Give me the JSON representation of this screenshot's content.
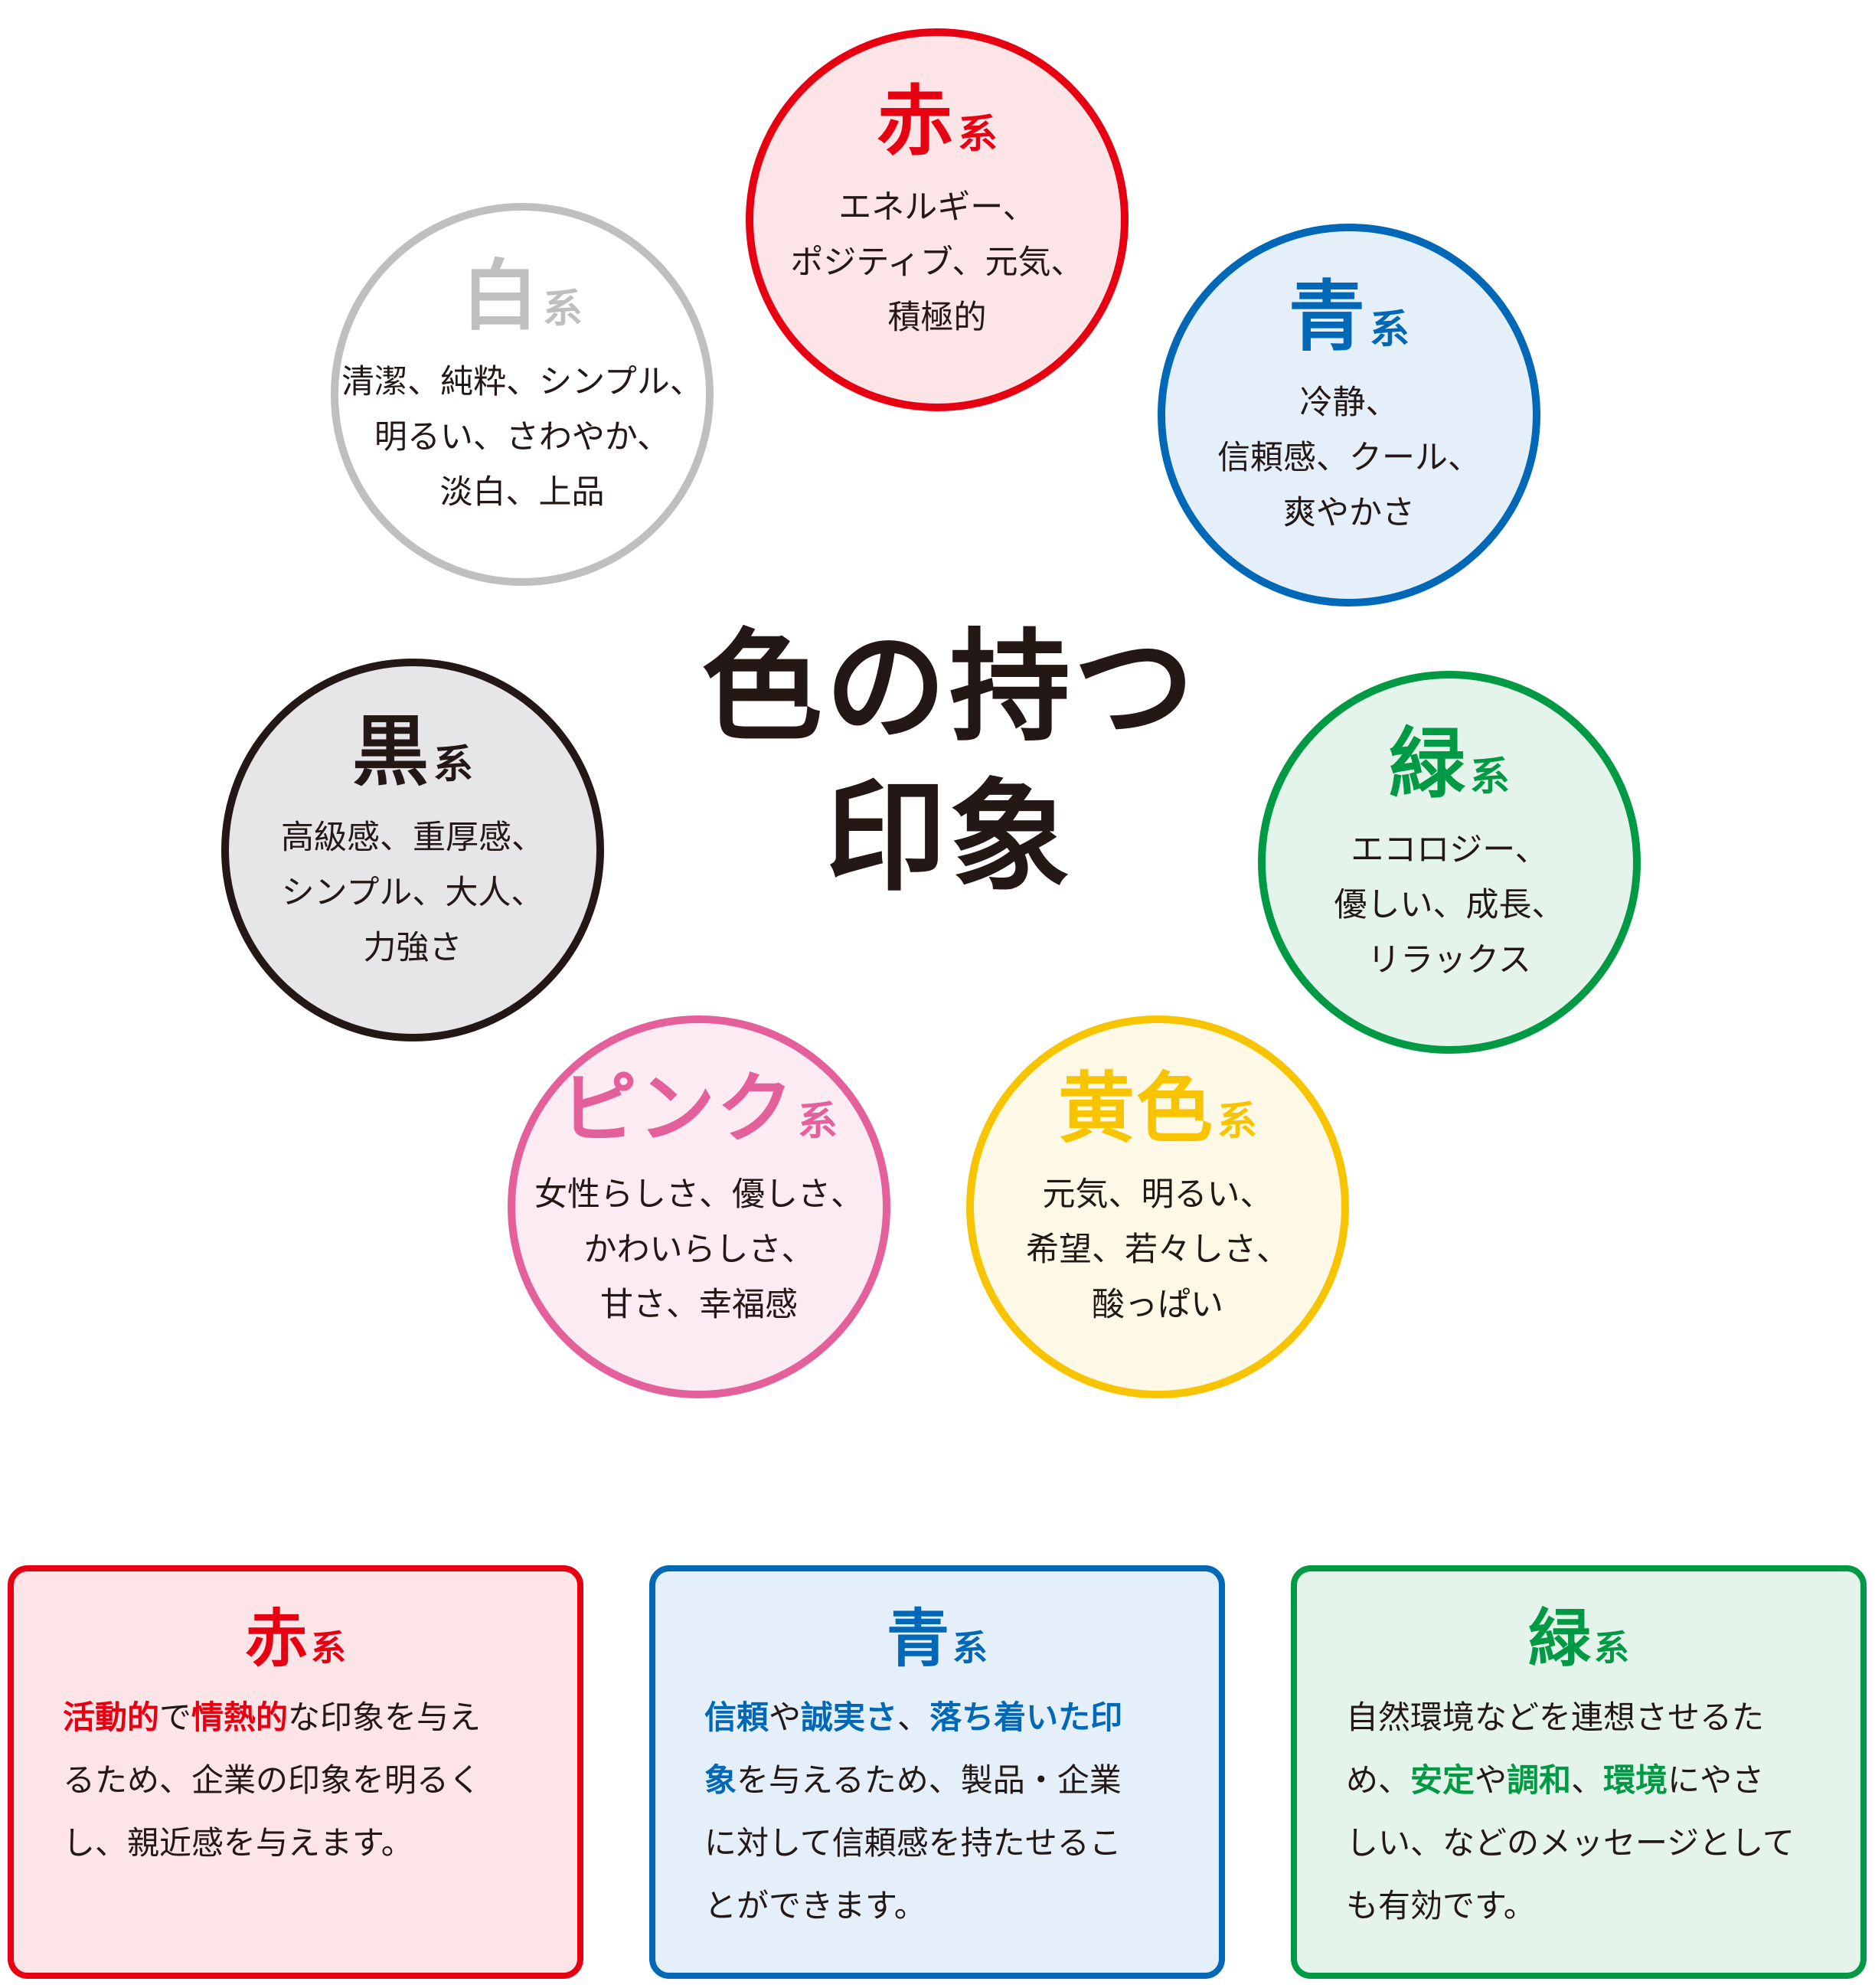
{
  "center_title": {
    "line1": "色の持つ",
    "line2": "印象"
  },
  "suffix": "系",
  "colors": {
    "red": "#e60012",
    "blue": "#0068b7",
    "green": "#009944",
    "yellow": "#f8c400",
    "pink": "#e4609b",
    "black": "#231815",
    "white_gray": "#bfbfbf"
  },
  "circles": {
    "red": {
      "name": "赤",
      "lines": [
        "エネルギー、",
        "ポジティブ、元気、",
        "積極的"
      ]
    },
    "blue": {
      "name": "青",
      "lines": [
        "冷静、",
        "信頼感、クール、",
        "爽やかさ"
      ]
    },
    "green": {
      "name": "緑",
      "lines": [
        "エコロジー、",
        "優しい、成長、",
        "リラックス"
      ]
    },
    "yellow": {
      "name": "黄色",
      "lines": [
        "元気、明るい、",
        "希望、若々しさ、",
        "酸っぱい"
      ]
    },
    "pink": {
      "name": "ピンク",
      "lines": [
        "女性らしさ、優しさ、",
        "かわいらしさ、",
        "甘さ、幸福感"
      ]
    },
    "black": {
      "name": "黒",
      "lines": [
        "高級感、重厚感、",
        "シンプル、大人、",
        "力強さ"
      ]
    },
    "white": {
      "name": "白",
      "lines": [
        "清潔、純粋、シンプル、",
        "明るい、さわやか、",
        "淡白、上品"
      ]
    }
  },
  "boxes": {
    "red": {
      "name": "赤",
      "line1": {
        "h1": "活動的",
        "t1": "で",
        "h2": "情熱的",
        "t2": "な印象を与え"
      },
      "line2": "るため、企業の印象を明るく",
      "line3": "し、親近感を与えます。"
    },
    "blue": {
      "name": "青",
      "line1": {
        "h1": "信頼",
        "t1": "や",
        "h2": "誠実さ",
        "t2": "、",
        "h3": "落ち着いた印"
      },
      "line2": {
        "h1": "象",
        "t1": "を与えるため、製品・企業"
      },
      "line3": "に対して信頼感を持たせるこ",
      "line4": "とができます。"
    },
    "green": {
      "name": "緑",
      "line1": "自然環境などを連想させるた",
      "line2": {
        "t0": "め、",
        "h1": "安定",
        "t1": "や",
        "h2": "調和",
        "t2": "、",
        "h3": "環境",
        "t3": "にやさ"
      },
      "line3": "しい、などのメッセージとして",
      "line4": "も有効です。"
    }
  }
}
